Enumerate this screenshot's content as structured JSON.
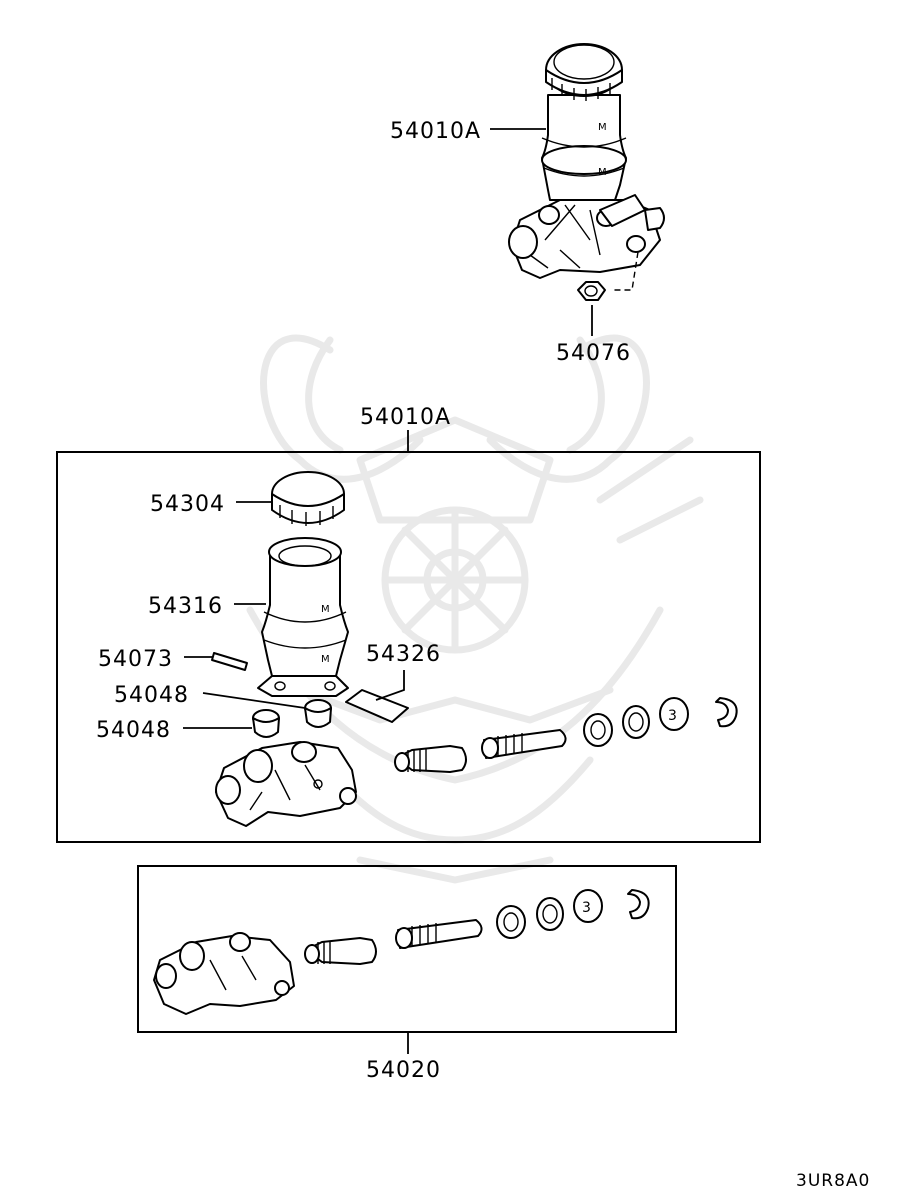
{
  "diagram_code": "3UR8A0",
  "labels": {
    "master_cylinder_assy_top": "54010A",
    "nut": "54076",
    "master_cylinder_assy_group": "54010A",
    "reservoir_cap": "54304",
    "reservoir": "54316",
    "pin": "54073",
    "seal_set": "54326",
    "grommet_a": "54048",
    "grommet_b": "54048",
    "repair_kit_group": "54020"
  },
  "colors": {
    "line": "#000000",
    "background": "#ffffff",
    "watermark": "#e9e9e9"
  }
}
